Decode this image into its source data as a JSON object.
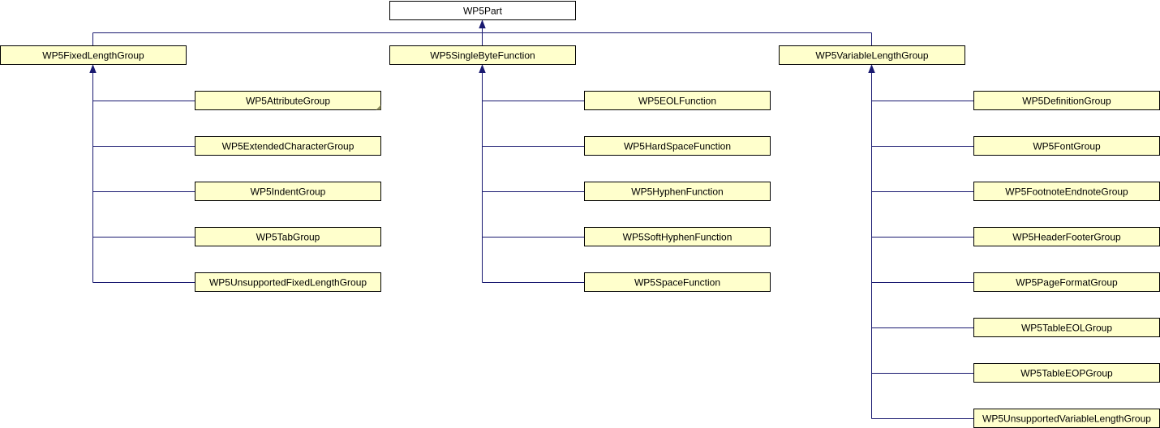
{
  "diagram": {
    "root": {
      "id": "n-wp5part",
      "label": "WP5Part",
      "fill": "#ffffff"
    },
    "groups": [
      {
        "id": "n-fixed",
        "label": "WP5FixedLengthGroup",
        "children": [
          {
            "id": "n-attr",
            "label": "WP5AttributeGroup",
            "folded": true
          },
          {
            "id": "n-extchar",
            "label": "WP5ExtendedCharacterGroup"
          },
          {
            "id": "n-indent",
            "label": "WP5IndentGroup"
          },
          {
            "id": "n-tab",
            "label": "WP5TabGroup"
          },
          {
            "id": "n-unsupfixed",
            "label": "WP5UnsupportedFixedLengthGroup"
          }
        ]
      },
      {
        "id": "n-single",
        "label": "WP5SingleByteFunction",
        "children": [
          {
            "id": "n-eol",
            "label": "WP5EOLFunction"
          },
          {
            "id": "n-hardspace",
            "label": "WP5HardSpaceFunction"
          },
          {
            "id": "n-hyphen",
            "label": "WP5HyphenFunction"
          },
          {
            "id": "n-softhyphen",
            "label": "WP5SoftHyphenFunction"
          },
          {
            "id": "n-space",
            "label": "WP5SpaceFunction"
          }
        ]
      },
      {
        "id": "n-variable",
        "label": "WP5VariableLengthGroup",
        "children": [
          {
            "id": "n-definition",
            "label": "WP5DefinitionGroup"
          },
          {
            "id": "n-font",
            "label": "WP5FontGroup"
          },
          {
            "id": "n-footnote",
            "label": "WP5FootnoteEndnoteGroup"
          },
          {
            "id": "n-headerfooter",
            "label": "WP5HeaderFooterGroup"
          },
          {
            "id": "n-pageformat",
            "label": "WP5PageFormatGroup"
          },
          {
            "id": "n-tableeol",
            "label": "WP5TableEOLGroup"
          },
          {
            "id": "n-tableeop",
            "label": "WP5TableEOPGroup"
          },
          {
            "id": "n-unsupvar",
            "label": "WP5UnsupportedVariableLengthGroup"
          }
        ]
      }
    ],
    "colors": {
      "node_fill": "#ffffcc",
      "root_fill": "#ffffff",
      "border": "#000000",
      "edge": "#191970",
      "fold": "#8f8f5f"
    }
  }
}
